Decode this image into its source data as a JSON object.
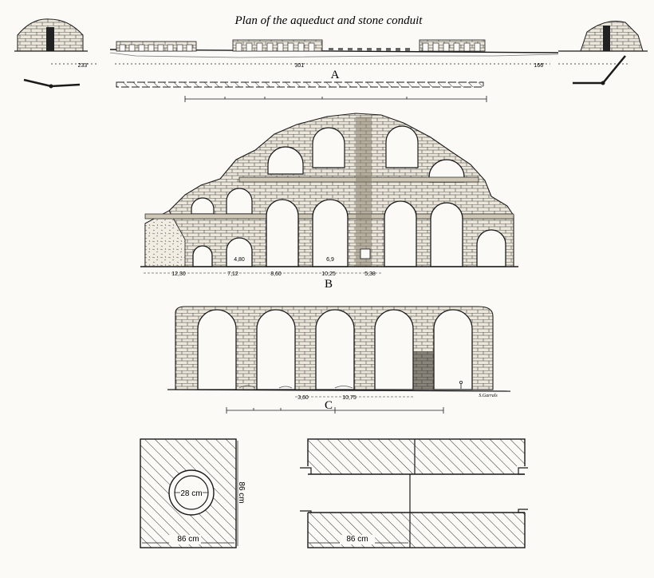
{
  "title": "Plan of the aqueduct and stone conduit",
  "sections": {
    "a": {
      "letter": "A",
      "spans": [
        "233'",
        "301'",
        "166'"
      ],
      "scale_ticks": [
        "",
        "",
        "",
        "",
        "",
        ""
      ]
    },
    "b": {
      "letter": "B",
      "arch_labels": [
        "4,80",
        "6,9"
      ],
      "dims": [
        "12,30",
        "7,12",
        "8,60",
        "10,25",
        "5,38"
      ]
    },
    "c": {
      "letter": "C",
      "dims": [
        "3,60",
        "10,75"
      ],
      "signature": "S.Garrals"
    },
    "conduit": {
      "bore": "28 cm",
      "side_height": "86 cm",
      "side_width": "86 cm",
      "long_width": "86 cm"
    }
  },
  "colors": {
    "ink": "#1a1a1a",
    "paper": "#fbfaf6",
    "stone": "#e9e4d6",
    "shade": "#8a8270"
  }
}
